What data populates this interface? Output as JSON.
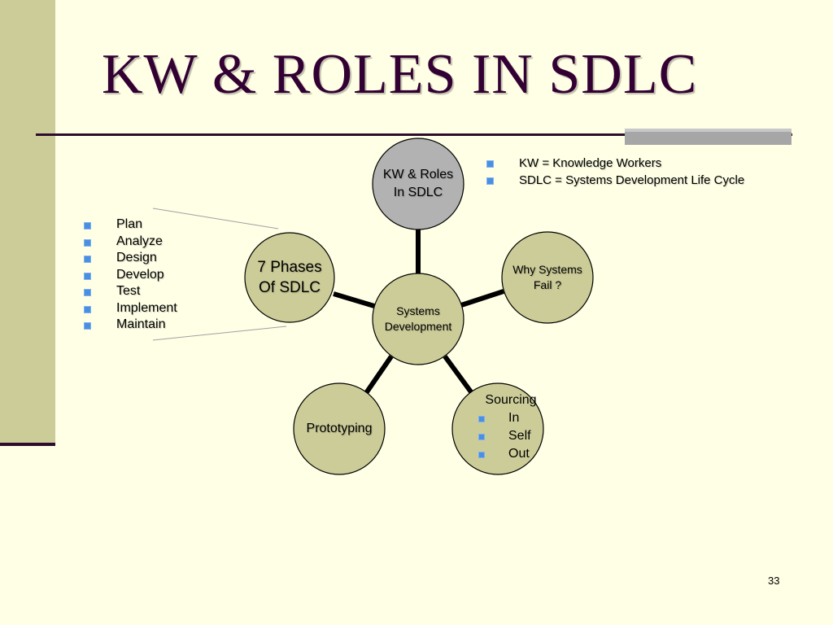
{
  "slide": {
    "title": "KW & ROLES IN SDLC",
    "page_number": "33"
  },
  "definitions": [
    "KW = Knowledge Workers",
    "SDLC = Systems Development Life Cycle"
  ],
  "phases": [
    "Plan",
    "Analyze",
    "Design",
    "Develop",
    "Test",
    "Implement",
    "Maintain"
  ],
  "diagram": {
    "center": {
      "line1": "Systems",
      "line2": "Development"
    },
    "top": {
      "line1": "KW & Roles",
      "line2": "In SDLC"
    },
    "left": {
      "line1": "7 Phases",
      "line2": "Of SDLC"
    },
    "right": {
      "line1": "Why Systems",
      "line2": "Fail ?"
    },
    "bottom_left": {
      "label": "Prototyping"
    },
    "bottom_right": {
      "title": "Sourcing",
      "items": [
        "In",
        "Self",
        "Out"
      ]
    }
  },
  "colors": {
    "background": "#FFFFE6",
    "sidebar": "#CCCC99",
    "title_text": "#330033",
    "node_fill": "#CCCC99",
    "node_highlight_fill": "#B2B2B2",
    "bullet": "#4A8FE0"
  }
}
